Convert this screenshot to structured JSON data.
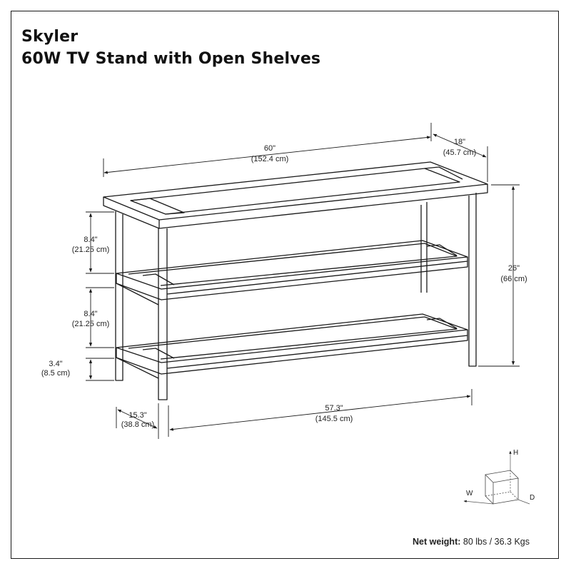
{
  "title": {
    "line1": "Skyler",
    "line2": "60W TV Stand with Open Shelves"
  },
  "dimensions": {
    "width": {
      "imperial": "60\"",
      "metric": "(152.4 cm)"
    },
    "depth": {
      "imperial": "18\"",
      "metric": "(45.7 cm)"
    },
    "height": {
      "imperial": "26\"",
      "metric": "(66 cm)"
    },
    "shelf_gap_top": {
      "imperial": "8.4\"",
      "metric": "(21.25 cm)"
    },
    "shelf_gap_middle": {
      "imperial": "8.4\"",
      "metric": "(21.25 cm)"
    },
    "floor_clearance": {
      "imperial": "3.4\"",
      "metric": "(8.5 cm)"
    },
    "inner_depth": {
      "imperial": "15.3\"",
      "metric": "(38.8 cm)"
    },
    "inner_width": {
      "imperial": "57.3\"",
      "metric": "(145.5 cm)"
    }
  },
  "axis_legend": {
    "h": "H",
    "w": "W",
    "d": "D"
  },
  "net_weight": {
    "label": "Net weight:",
    "value": "80 lbs / 36.3 Kgs"
  },
  "colors": {
    "line": "#1a1a1a",
    "text": "#222222"
  }
}
